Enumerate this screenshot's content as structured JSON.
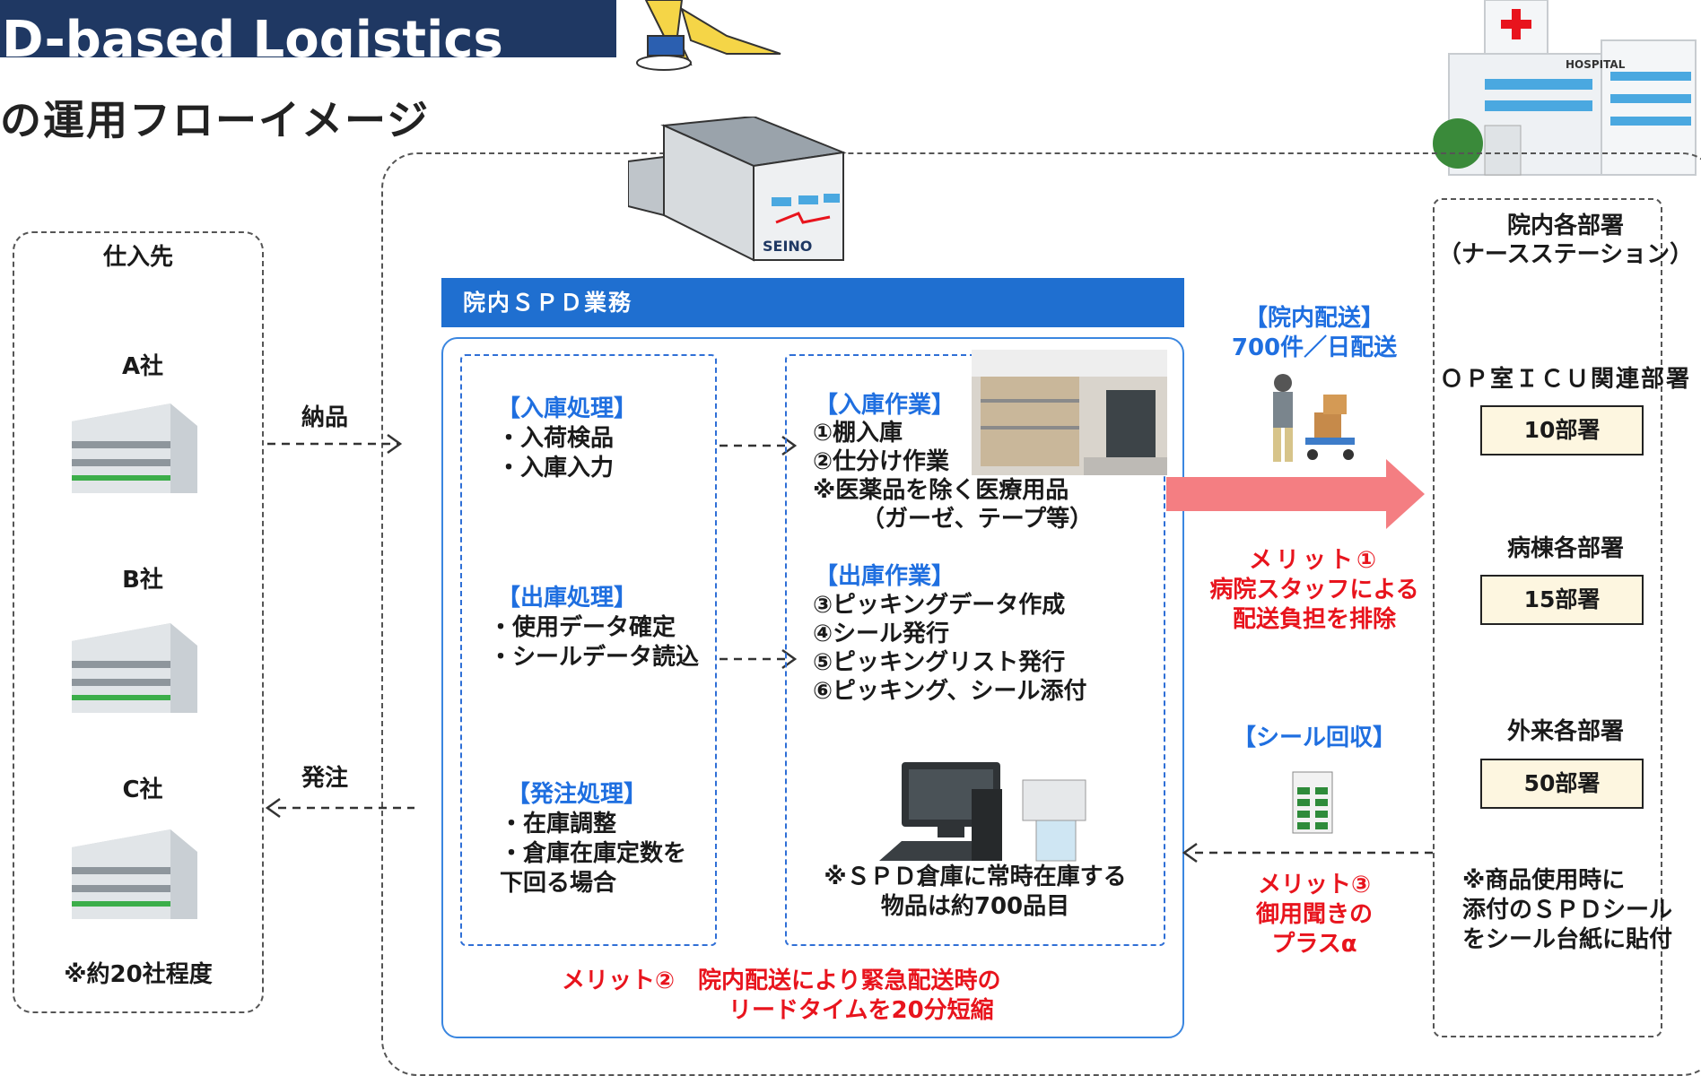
{
  "header": {
    "title": "D-based Logistics",
    "subtitle": "の運用フローイメージ"
  },
  "suppliers": {
    "title": "仕入先",
    "companies": [
      "A社",
      "B社",
      "C社"
    ],
    "note": "※約20社程度"
  },
  "flows": {
    "delivery": "納品",
    "order": "発注"
  },
  "spd": {
    "header": "院内ＳＰＤ業務",
    "receiving_process": {
      "title": "【入庫処理】",
      "items": [
        "・入荷検品",
        "・入庫入力"
      ]
    },
    "shipping_process": {
      "title": "【出庫処理】",
      "items": [
        "・使用データ確定",
        "・シールデータ読込"
      ]
    },
    "order_process": {
      "title": "【発注処理】",
      "items": [
        "・在庫調整",
        "・倉庫在庫定数を",
        "下回る場合"
      ]
    },
    "receiving_work": {
      "title": "【入庫作業】",
      "items": [
        "①棚入庫",
        "②仕分け作業",
        "※医薬品を除く医療用品",
        "（ガーゼ、テープ等）"
      ]
    },
    "shipping_work": {
      "title": "【出庫作業】",
      "items": [
        "③ピッキングデータ作成",
        "④シール発行",
        "⑤ピッキングリスト発行",
        "⑥ピッキング、シール添付"
      ]
    },
    "stock_note": [
      "※ＳＰＤ倉庫に常時在庫する",
      "物品は約700品目"
    ],
    "merit2": [
      "メリット②　院内配送により緊急配送時の",
      "リードタイムを20分短縮"
    ],
    "warehouse_sign": "SEINO"
  },
  "hospital_delivery": {
    "title": "【院内配送】",
    "volume": "700件／日配送",
    "merit1": [
      "メリット①",
      "病院スタッフによる",
      "配送負担を排除"
    ],
    "seal_recovery": "【シール回収】",
    "merit3": [
      "メリット③",
      "御用聞きの",
      "プラスα"
    ]
  },
  "departments": {
    "title": [
      "院内各部署",
      "（ナースステーション）"
    ],
    "groups": [
      {
        "name": "ＯＰ室ＩＣＵ関連部署",
        "count": "10部署"
      },
      {
        "name": "病棟各部署",
        "count": "15部署"
      },
      {
        "name": "外来各部署",
        "count": "50部署"
      }
    ],
    "note": [
      "※商品使用時に",
      "添付のＳＰＤシール",
      "をシール台紙に貼付"
    ],
    "hospital_sign": "HOSPITAL"
  },
  "colors": {
    "title_bg": "#1f3863",
    "spd_header_bg": "#1f6fd0",
    "accent_blue": "#1f6fe0",
    "accent_red": "#e8141d",
    "delivery_arrow": "#f47e82"
  }
}
